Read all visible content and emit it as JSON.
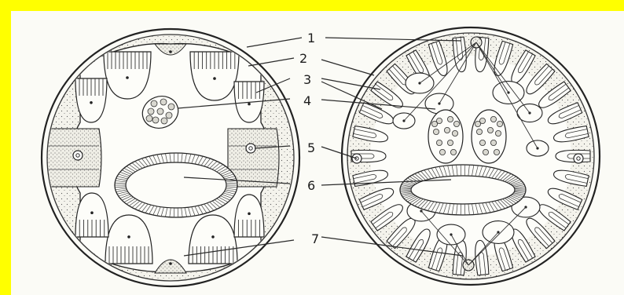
{
  "figure": {
    "title": "",
    "frame_color": "#ffff00",
    "paper_color": "#fbfbf6",
    "ink_color": "#222222"
  },
  "labels": [
    {
      "id": "1",
      "text": "1"
    },
    {
      "id": "2",
      "text": "2"
    },
    {
      "id": "3",
      "text": "3"
    },
    {
      "id": "4",
      "text": "4"
    },
    {
      "id": "5",
      "text": "5"
    },
    {
      "id": "6",
      "text": "6"
    },
    {
      "id": "7",
      "text": "7"
    }
  ],
  "panels": [
    {
      "name": "left-cross-section"
    },
    {
      "name": "right-cross-section"
    }
  ]
}
